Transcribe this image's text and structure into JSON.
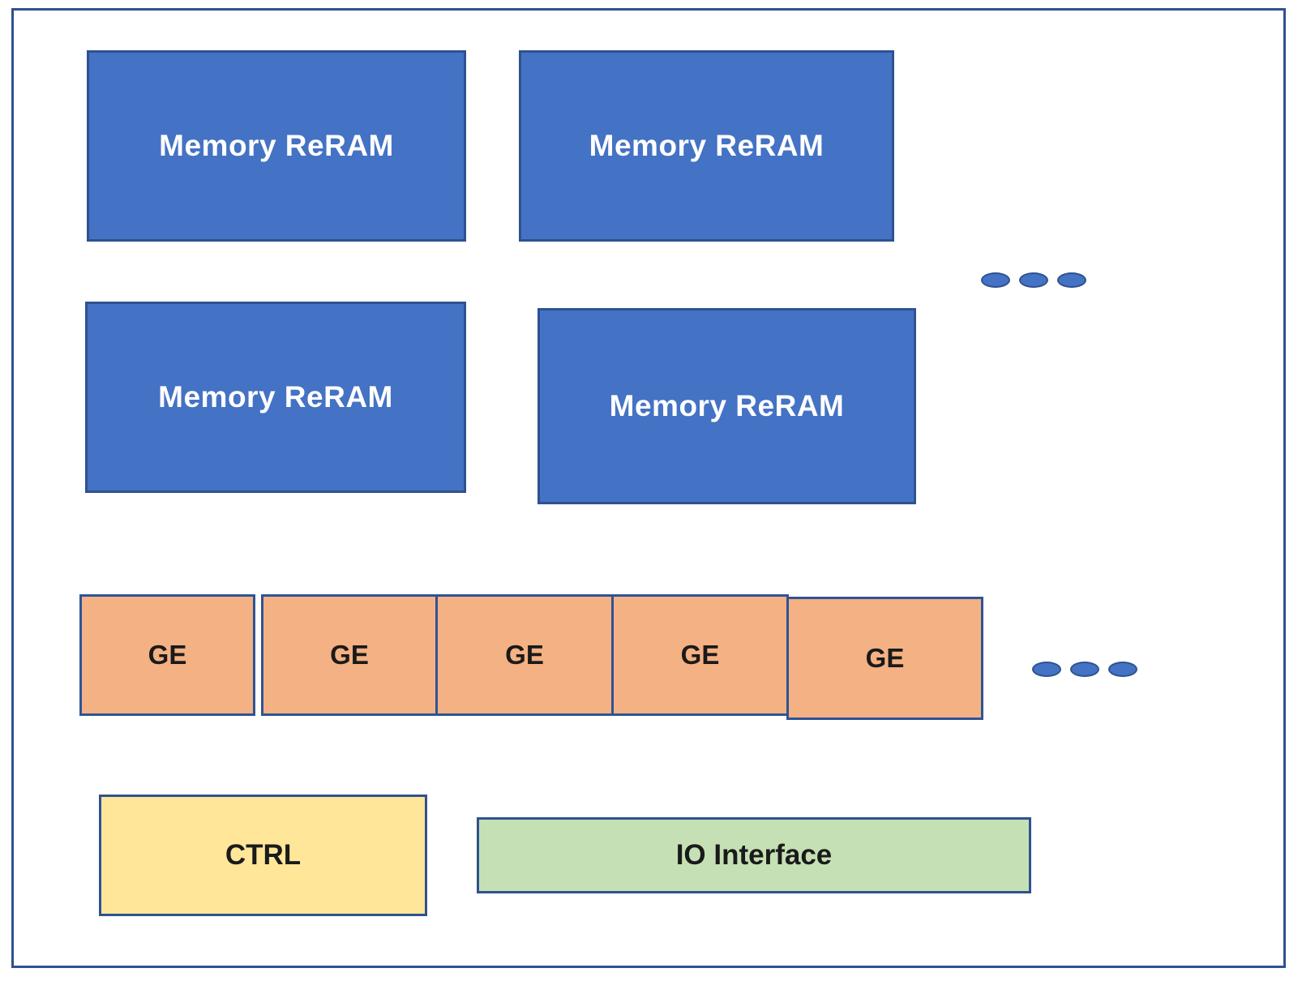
{
  "colors": {
    "frame-border": "#2F528F",
    "memory-fill": "#4472C4",
    "memory-border": "#2F528F",
    "memory-text": "#FFFFFF",
    "ge-fill": "#F4B183",
    "ge-border": "#2F5496",
    "ctrl-fill": "#FFE699",
    "io-fill": "#C5E0B4",
    "block-text": "#1A1A1A",
    "dot-fill": "#4472C4"
  },
  "blocks": {
    "memory": [
      {
        "label": "Memory ReRAM"
      },
      {
        "label": "Memory ReRAM"
      },
      {
        "label": "Memory ReRAM"
      },
      {
        "label": "Memory ReRAM"
      }
    ],
    "ge": [
      {
        "label": "GE"
      },
      {
        "label": "GE"
      },
      {
        "label": "GE"
      },
      {
        "label": "GE"
      },
      {
        "label": "GE"
      }
    ],
    "ctrl": {
      "label": "CTRL"
    },
    "io": {
      "label": "IO Interface"
    }
  },
  "ellipsis": {
    "rows": 2,
    "dots_per_row": 3
  }
}
